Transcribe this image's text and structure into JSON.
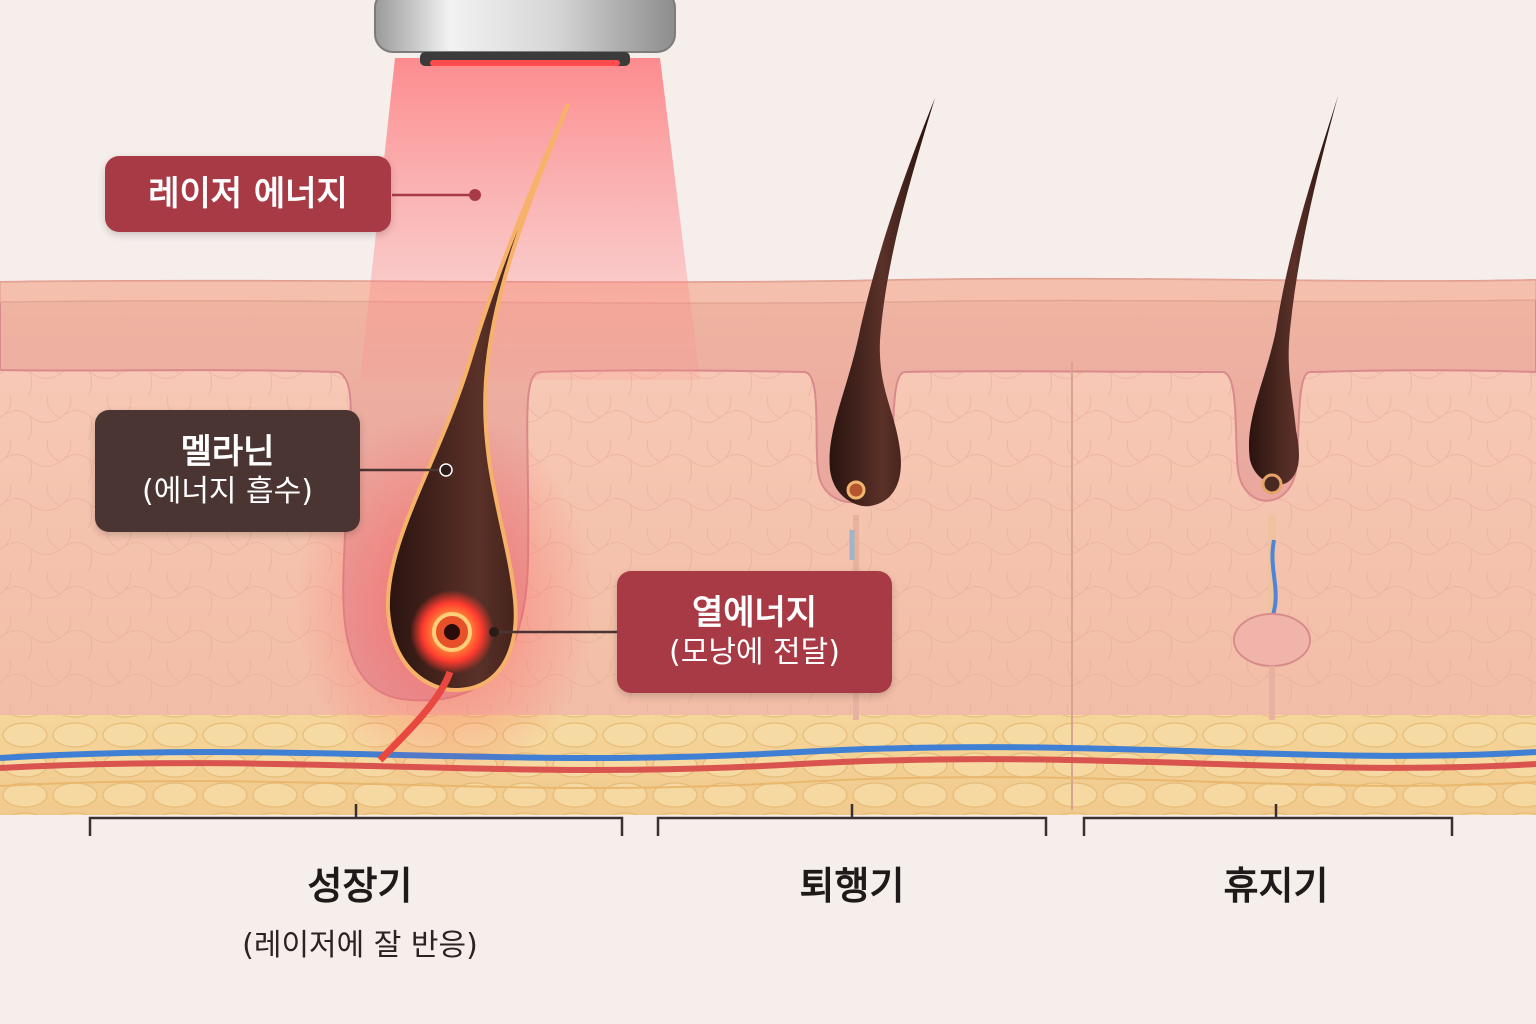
{
  "labels": {
    "laser_energy": "레이저 에너지",
    "melanin": "멜라닌",
    "melanin_note": "(에너지 흡수)",
    "heat_energy": "열에너지",
    "heat_note": "(모낭에 전달)"
  },
  "stages": [
    {
      "name": "성장기",
      "note": "(레이저에 잘 반응)"
    },
    {
      "name": "퇴행기",
      "note": ""
    },
    {
      "name": "휴지기",
      "note": ""
    }
  ],
  "colors": {
    "callout_red": "#a83a45",
    "callout_dark": "#4b3532",
    "dermis": "#f2c3b0",
    "epidermis": "#e8a3a0",
    "fat": "#f3d58e",
    "hair": "#3a1e18",
    "laser_glow": "#ff5a5f",
    "artery": "#d9534f",
    "vein": "#3f7fd4"
  }
}
